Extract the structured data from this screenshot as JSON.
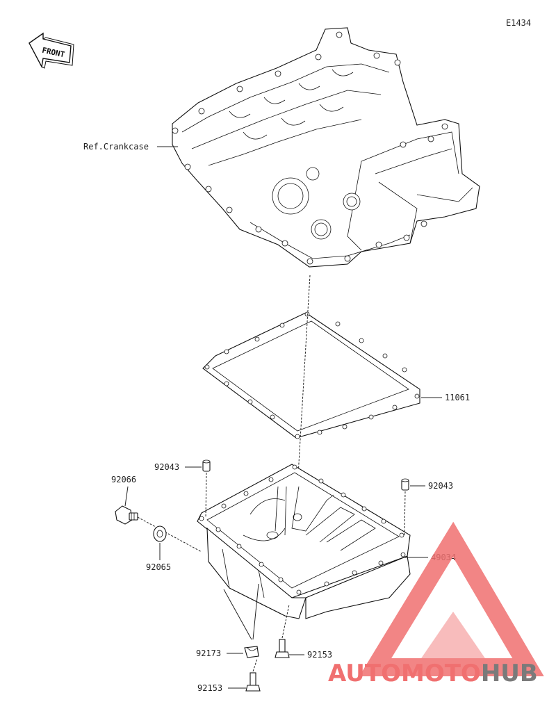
{
  "diagram": {
    "code": "E1434",
    "front_label": "FRONT",
    "callouts": {
      "crankcase": "Ref.Crankcase",
      "gasket": "11061",
      "dowel_left": "92043",
      "dowel_right": "92043",
      "drain_bolt": "92066",
      "washer": "92065",
      "oil_pan": "49034",
      "clamp": "92173",
      "bolt_right": "92153",
      "bolt_bottom": "92153"
    }
  },
  "watermark": {
    "part1": "AUTO",
    "part2": "MOTO",
    "part3": "HUB",
    "colors": {
      "accent": "#f07070",
      "gray": "#7a7a7a"
    }
  }
}
